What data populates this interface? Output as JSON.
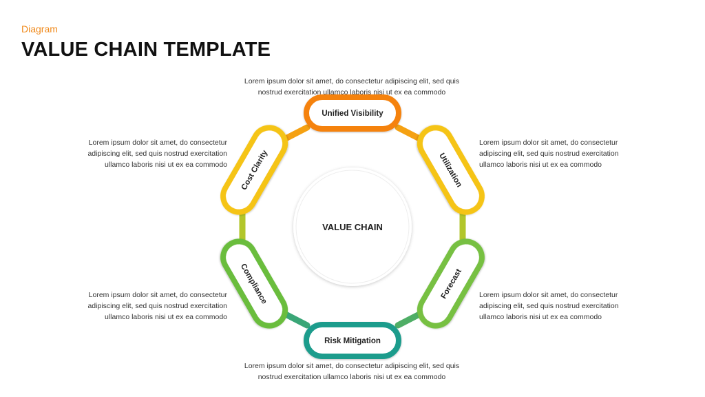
{
  "header": {
    "eyebrow": "Diagram",
    "title": "VALUE CHAIN TEMPLATE"
  },
  "center": {
    "label": "VALUE CHAIN"
  },
  "links": [
    {
      "label": "Unified Visibility",
      "color": "#f5820f"
    },
    {
      "label": "Utilization",
      "color": "#f5c413"
    },
    {
      "label": "Forecast",
      "color": "#77c043"
    },
    {
      "label": "Risk Mitigation",
      "color": "#1f9c8c"
    },
    {
      "label": "Compliance",
      "color": "#6bbd3d"
    },
    {
      "label": "Cost Clarity",
      "color": "#f5c413"
    }
  ],
  "descriptions": {
    "top": [
      "Lorem ipsum dolor sit amet, do consectetur adipiscing elit, sed quis",
      "nostrud exercitation ullamco laboris nisi ut ex ea commodo"
    ],
    "right_top": [
      "Lorem ipsum dolor sit amet, do consectetur",
      "adipiscing elit, sed quis nostrud exercitation",
      "ullamco laboris nisi ut ex ea commodo"
    ],
    "right_bottom": [
      "Lorem ipsum dolor sit amet, do consectetur",
      "adipiscing elit, sed quis nostrud exercitation",
      "ullamco laboris nisi ut ex ea commodo"
    ],
    "bottom": [
      "Lorem ipsum dolor sit amet, do consectetur adipiscing elit, sed quis",
      "nostrud exercitation ullamco laboris nisi ut ex ea commodo"
    ],
    "left_bottom": [
      "Lorem ipsum dolor sit amet, do consectetur",
      "adipiscing elit, sed quis nostrud exercitation",
      "ullamco laboris nisi ut ex ea commodo"
    ],
    "left_top": [
      "Lorem ipsum dolor sit amet, do consectetur",
      "adipiscing elit, sed quis nostrud exercitation",
      "ullamco laboris nisi ut ex ea commodo"
    ]
  }
}
